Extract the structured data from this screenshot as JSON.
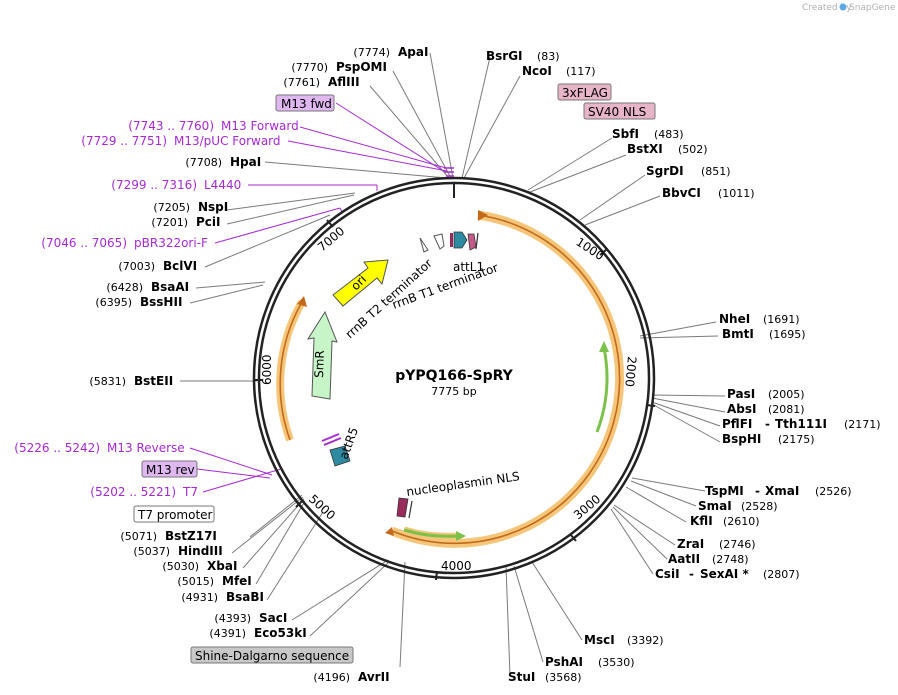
{
  "credit": {
    "prefix": "Created by",
    "brand": "SnapGene"
  },
  "plasmid": {
    "name": "pYPQ166-SpRY",
    "size": "7775 bp"
  },
  "ticks": [
    "1000",
    "2000",
    "3000",
    "4000",
    "5000",
    "6000",
    "7000"
  ],
  "features": {
    "ori": "ori",
    "smr": "SmR",
    "attl1": "attL1",
    "attr5": "attR5",
    "rrnb_t2": "rrnB T2 terminator",
    "rrnb_t1": "rrnB T1 terminator",
    "nls": "nucleoplasmin NLS"
  },
  "tags": {
    "m13fwd": "M13 fwd",
    "flag": "3xFLAG",
    "sv40": "SV40 NLS",
    "m13rev": "M13 rev",
    "t7prom": "T7 promoter",
    "shine": "Shine-Dalgarno sequence"
  },
  "sites_left": [
    {
      "pos": "(7774)",
      "name": "ApaI"
    },
    {
      "pos": "(7770)",
      "name": "PspOMI"
    },
    {
      "pos": "(7761)",
      "name": "AflIII"
    },
    {
      "pos": "(7708)",
      "name": "HpaI"
    },
    {
      "pos": "(7205)",
      "name": "NspI"
    },
    {
      "pos": "(7201)",
      "name": "PciI"
    },
    {
      "pos": "(7003)",
      "name": "BclVI"
    },
    {
      "pos": "(6428)",
      "name": "BsaAI"
    },
    {
      "pos": "(6395)",
      "name": "BssHII"
    },
    {
      "pos": "(5831)",
      "name": "BstEII"
    },
    {
      "pos": "(5071)",
      "name": "BstZ17I"
    },
    {
      "pos": "(5037)",
      "name": "HindIII"
    },
    {
      "pos": "(5030)",
      "name": "XbaI"
    },
    {
      "pos": "(5015)",
      "name": "MfeI"
    },
    {
      "pos": "(4931)",
      "name": "BsaBI"
    },
    {
      "pos": "(4393)",
      "name": "SacI"
    },
    {
      "pos": "(4391)",
      "name": "Eco53kI"
    },
    {
      "pos": "(4196)",
      "name": "AvrII"
    }
  ],
  "sites_right": [
    {
      "name": "BsrGI",
      "pos": "(83)"
    },
    {
      "name": "NcoI",
      "pos": "(117)"
    },
    {
      "name": "SbfI",
      "pos": "(483)"
    },
    {
      "name": "BstXI",
      "pos": "(502)"
    },
    {
      "name": "SgrDI",
      "pos": "(851)"
    },
    {
      "name": "BbvCI",
      "pos": "(1011)"
    },
    {
      "name": "NheI",
      "pos": "(1691)"
    },
    {
      "name": "BmtI",
      "pos": "(1695)"
    },
    {
      "name": "PasI",
      "pos": "(2005)"
    },
    {
      "name": "AbsI",
      "pos": "(2081)"
    },
    {
      "name": "PflFI",
      "pos": ""
    },
    {
      "name": "BspHI",
      "pos": "(2175)"
    },
    {
      "name": "SmaI",
      "pos": "(2528)"
    },
    {
      "name": "KflI",
      "pos": "(2610)"
    },
    {
      "name": "ZraI",
      "pos": "(2746)"
    },
    {
      "name": "AatII",
      "pos": "(2748)"
    },
    {
      "name": "MscI",
      "pos": "(3392)"
    },
    {
      "name": "PshAI",
      "pos": "(3530)"
    },
    {
      "name": "StuI",
      "pos": "(3568)"
    }
  ],
  "combo": {
    "tth_sep": "-",
    "tth_name": "Tth111I",
    "tth_pos": "(2171)",
    "tsp_name": "TspMI",
    "xma_sep": "-",
    "xma_name": "XmaI",
    "xma_pos": "(2526)",
    "csi_name": "CsiI",
    "sex_sep": "-",
    "sex_name": "SexAI *",
    "sex_pos": "(2807)"
  },
  "primers": [
    {
      "range": "(7743 .. 7760)",
      "name": "M13 Forward"
    },
    {
      "range": "(7729 .. 7751)",
      "name": "M13/pUC Forward"
    },
    {
      "range": "(7299 .. 7316)",
      "name": "L4440"
    },
    {
      "range": "(7046 .. 7065)",
      "name": "pBR322ori-F"
    },
    {
      "range": "(5226 .. 5242)",
      "name": "M13 Reverse"
    },
    {
      "range": "(5202 .. 5221)",
      "name": "T7"
    }
  ],
  "colors": {
    "primer": "#a52ad0",
    "orf_highlight": "#f5c67a",
    "orf_line": "#c46a1a",
    "green_arrow": "#7cc24a",
    "smr_fill": "#c8f5c8",
    "ori_fill": "#ffff00",
    "tag_pink": "#e8b4c8",
    "tag_violet": "#e0b8f0",
    "tag_gray": "#c8c8c8",
    "teal": "#2e8aa0",
    "magenta": "#9a2a5a"
  }
}
